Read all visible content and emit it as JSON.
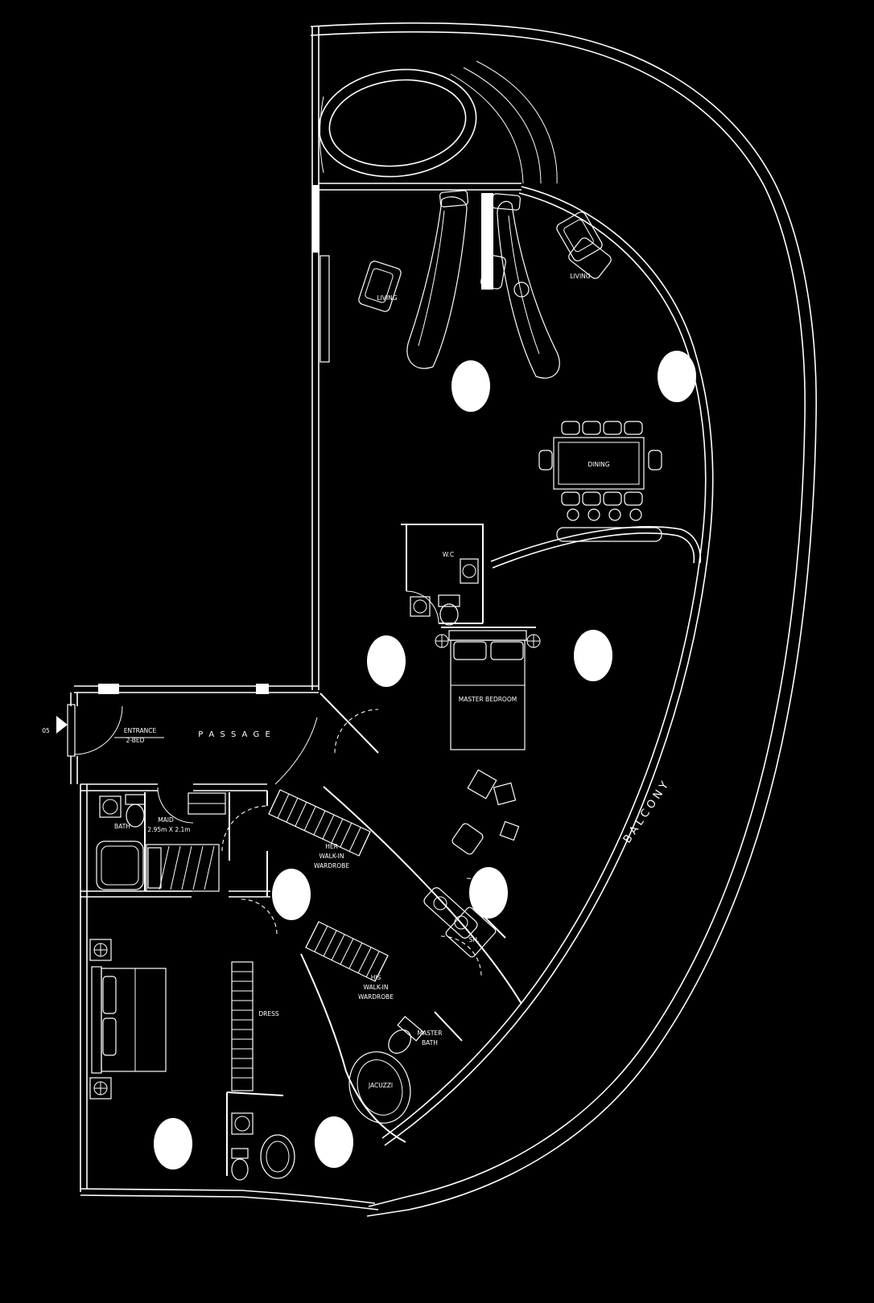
{
  "meta": {
    "type": "floor-plan",
    "unit_type": "2-bed apartment"
  },
  "colors": {
    "background": "#000000",
    "line": "#ffffff"
  },
  "labels": {
    "living_left": "LIVING",
    "living_right": "LIVING",
    "dining": "DINING",
    "wc": "W.C",
    "master_bedroom": "MASTER BEDROOM",
    "passage": "P A S S A G E",
    "entrance": "ENTRANCE",
    "entrance_unit": "2-BED",
    "unit_number": "05",
    "bath": "BATH",
    "maid": "MAID",
    "maid_dims": "2.95m X 2.1m",
    "her_line1": "HER",
    "her_line2": "WALK-IN",
    "her_line3": "WARDROBE",
    "his_line1": "HIS",
    "his_line2": "WALK-IN",
    "his_line3": "WARDROBE",
    "dress": "DRESS",
    "master_bath_line1": "MASTER",
    "master_bath_line2": "BATH",
    "shower": "SH.",
    "jacuzzi": "JACUZZI",
    "balcony": "BALCONY"
  }
}
